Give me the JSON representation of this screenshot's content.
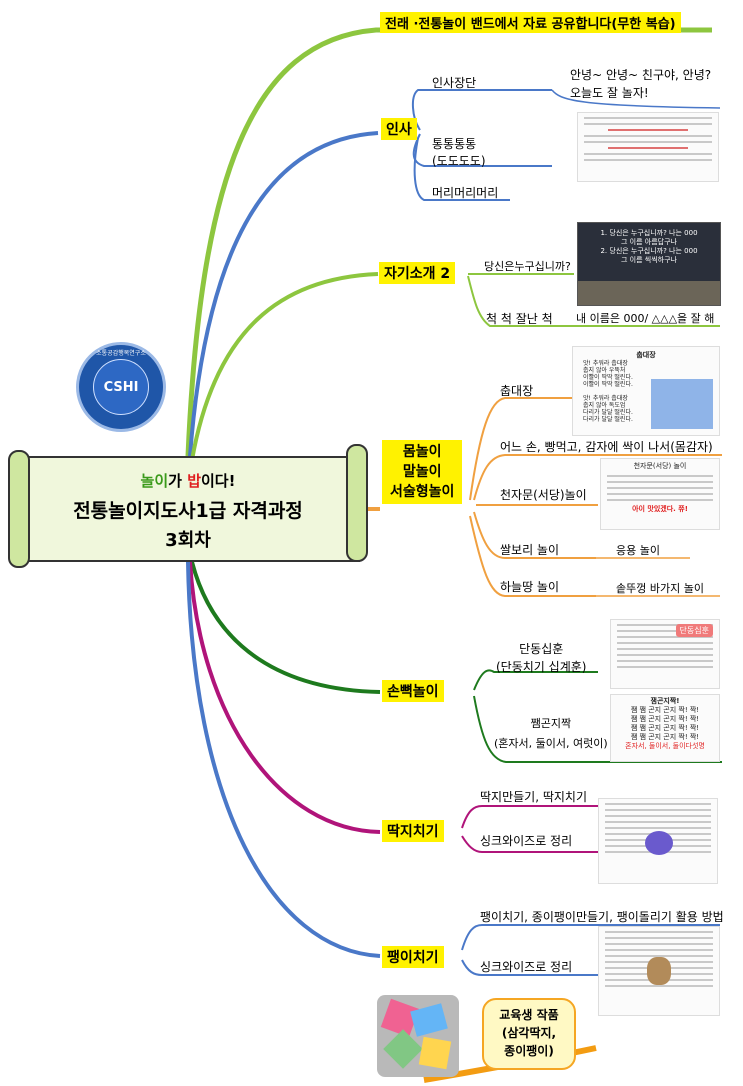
{
  "center": {
    "line1_green": "놀이",
    "line1_mid": "가 ",
    "line1_red": "밥",
    "line1_end": "이다!",
    "title": "전통놀이지도사1급 자격과정",
    "session": "3회차"
  },
  "logo": {
    "text": "CSHI",
    "ring_text": "소통공감행복연구소"
  },
  "top_branch": "전래 ·전통놀이 밴드에서 자료 공유합니다(무한 복습)",
  "greeting": {
    "label": "인사",
    "items": [
      "인사장단",
      "통통통통\n(도도도도)",
      "머리머리머리"
    ],
    "note": "안녕~ 안녕~ 친구야, 안녕?\n오늘도 잘 놀자!"
  },
  "intro": {
    "label": "자기소개 2",
    "items": [
      "당신은누구십니까?",
      "척 척 잘난 척"
    ],
    "note": "내 이름은 000/ △△△을 잘 해",
    "photo_text": "1. 당신은 누구십니까? 나는 000\n그 이름 아름답구나\n2. 당신은 누구십니까? 나는 000\n그 이름 씩씩하구나"
  },
  "body_play": {
    "label": "몸놀이\n말놀이\n서술형놀이",
    "items": [
      "춥대장",
      "어느 손, 빵먹고, 감자에 싹이 나서(몸감자)",
      "천자문(서당)놀이",
      "쌀보리 놀이",
      "하늘땅 놀이"
    ],
    "notes": {
      "ssal": "응용 놀이",
      "sky": "솥뚜껑 바가지 놀이"
    },
    "thumb_title": "춥대장",
    "thumb_text": "앗! 추워라 춥대장\n춥지 않아 우뚝처\n이빨이 딱딱 떨린다.\n이빨이 딱딱 떨린다.\n\n앗! 추워라 춥대장\n춥지 않아 독도엄\n다리가 달달 떨린다.\n다리가 달달 떨린다.",
    "thousand_title": "천자문(서당) 놀이",
    "thousand_red": "아이 맛있겠다. 쮸!"
  },
  "hand_play": {
    "label": "손뼉놀이",
    "items": [
      "단동십훈\n(단동치기 십계훈)",
      "쨈곤지짝\n(혼자서, 둘이서, 여럿이)"
    ],
    "badge": "단동십훈",
    "jam_title": "잼곤지짝!",
    "jam_lines": [
      "쨈 쨈   곤지 곤지   짝! 짝!",
      "쨈 쨈   곤지 곤지   짝! 짝!",
      "쨈 쨈   곤지 곤지   짝! 짝!",
      "쨈 쨈   곤지 곤지   짝! 짝!"
    ],
    "jam_red": "혼자서, 둘이서, 둘이다섯명"
  },
  "ddakji": {
    "label": "딱지치기",
    "items": [
      "딱지만들기, 딱지치기",
      "싱크와이즈로 정리"
    ]
  },
  "paengi": {
    "label": "팽이치기",
    "items": [
      "팽이치기, 종이팽이만들기, 팽이돌리기 활용 방법",
      "싱크와이즈로 정리"
    ]
  },
  "works": {
    "label": "교육생 작품\n(삼각딱지,\n종이팽이)"
  },
  "colors": {
    "green": "#8dc63f",
    "blue": "#4a78c8",
    "orange": "#f0a040",
    "darkgreen": "#1e7a1e",
    "magenta": "#b0147a",
    "highlight": "#fff200"
  }
}
